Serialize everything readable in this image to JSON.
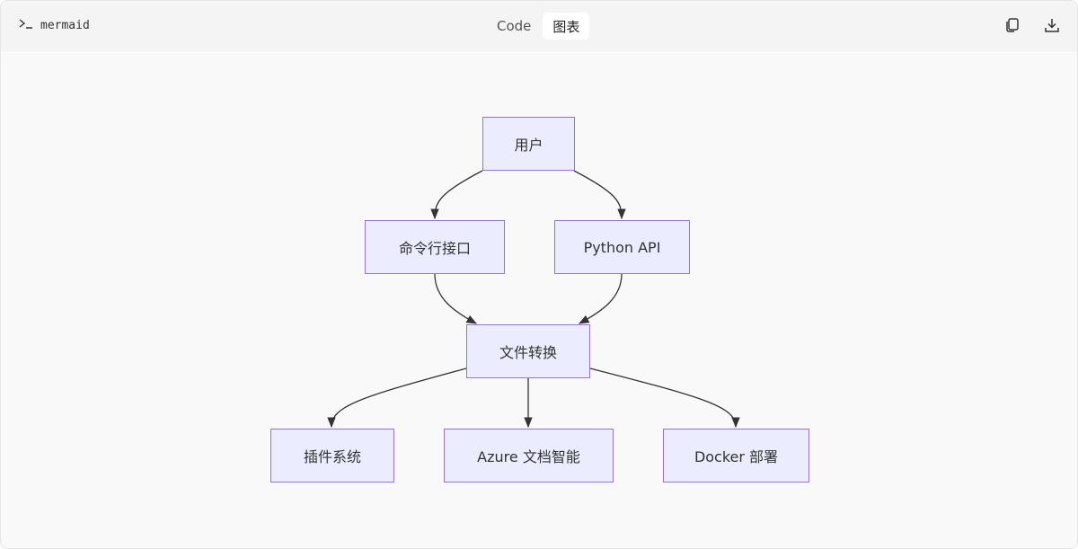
{
  "header": {
    "language_label": "mermaid",
    "prompt_glyph": "⫐",
    "tabs": [
      {
        "label": "Code",
        "active": false
      },
      {
        "label": "图表",
        "active": true
      }
    ],
    "actions": {
      "copy_icon": "copy-icon",
      "download_icon": "download-icon"
    }
  },
  "diagram": {
    "type": "flowchart-TD",
    "colors": {
      "node_fill": "#ececff",
      "node_stroke": "#9370db",
      "edge": "#333333"
    },
    "nodes": {
      "user": "用户",
      "cli": "命令行接口",
      "python_api": "Python API",
      "conversion": "文件转换",
      "plugins": "插件系统",
      "azure": "Azure 文档智能",
      "docker": "Docker 部署"
    },
    "edges": [
      [
        "user",
        "cli"
      ],
      [
        "user",
        "python_api"
      ],
      [
        "cli",
        "conversion"
      ],
      [
        "python_api",
        "conversion"
      ],
      [
        "conversion",
        "plugins"
      ],
      [
        "conversion",
        "azure"
      ],
      [
        "conversion",
        "docker"
      ]
    ]
  }
}
